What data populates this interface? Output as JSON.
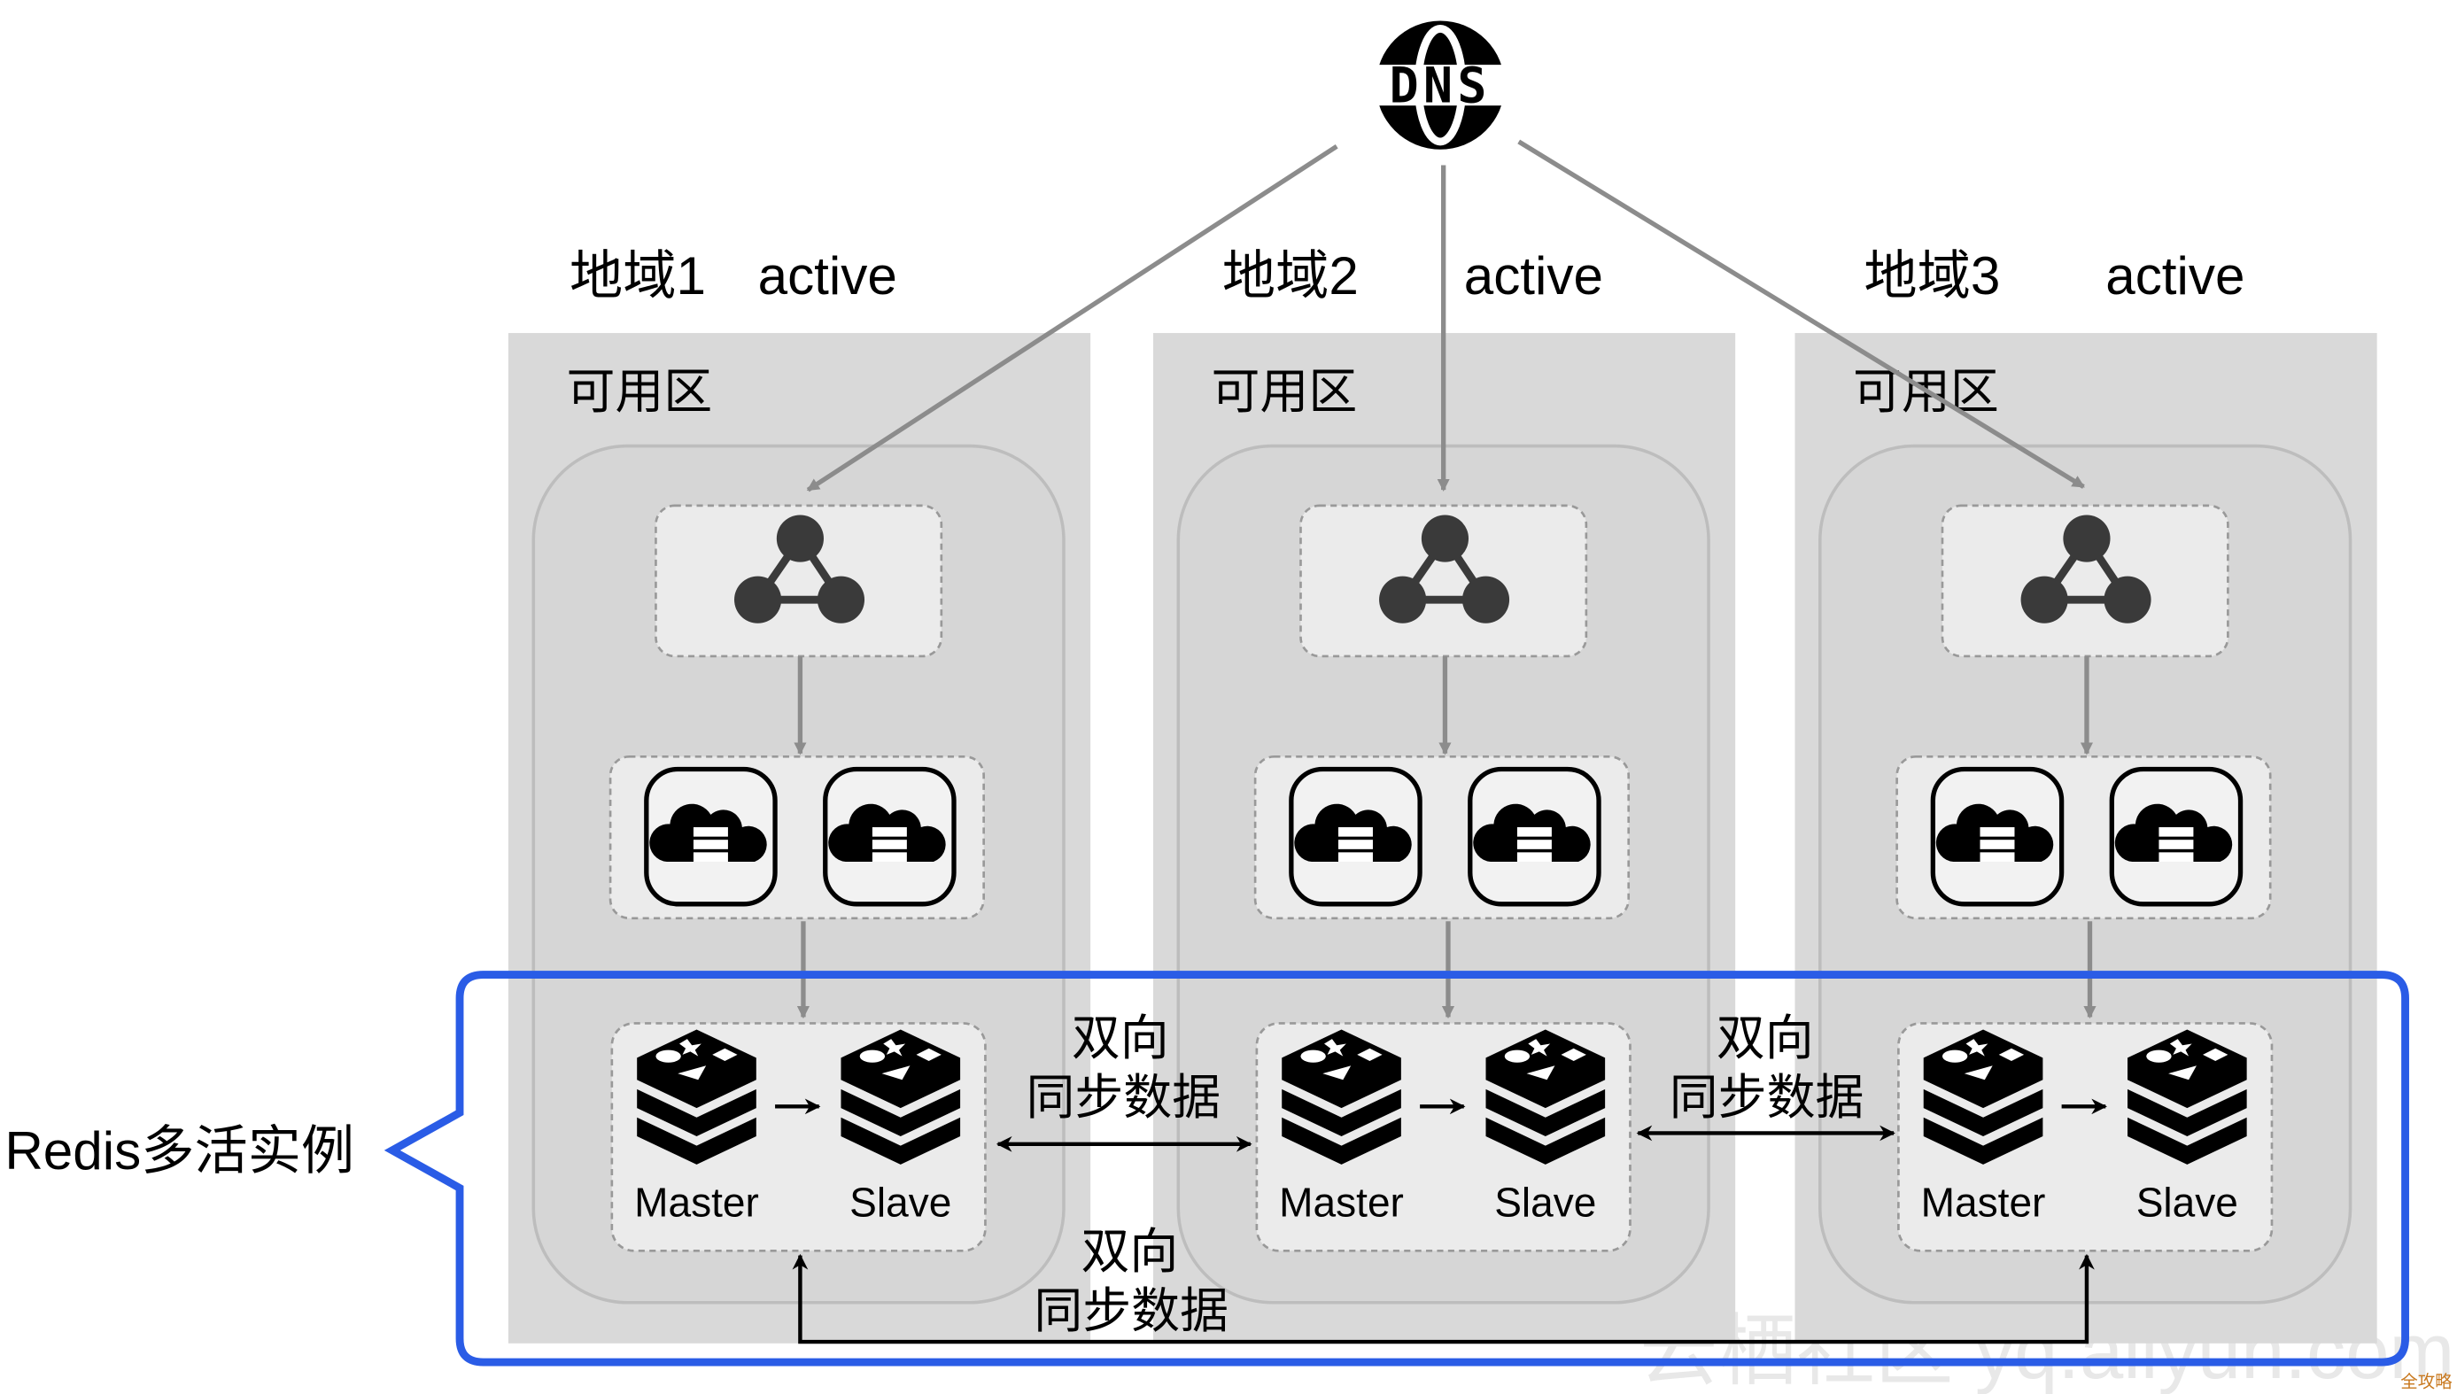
{
  "dns": {
    "label": "DNS",
    "icon": "dns-globe-icon"
  },
  "regions": [
    {
      "name": "地域1",
      "status": "active",
      "zone": "可用区",
      "master": "Master",
      "slave": "Slave"
    },
    {
      "name": "地域2",
      "status": "active",
      "zone": "可用区",
      "master": "Master",
      "slave": "Slave"
    },
    {
      "name": "地域3",
      "status": "active",
      "zone": "可用区",
      "master": "Master",
      "slave": "Slave"
    }
  ],
  "sync": {
    "line1": "双向",
    "line2": "同步数据"
  },
  "redis_group_label": "Redis多活实例",
  "watermark": "云栖社区 yq.aliyun.com",
  "corner_mark": "全攻略",
  "colors": {
    "highlight": "#2a5ce6",
    "panel": "#d9d9d9",
    "arrow": "#8c8c8c"
  }
}
